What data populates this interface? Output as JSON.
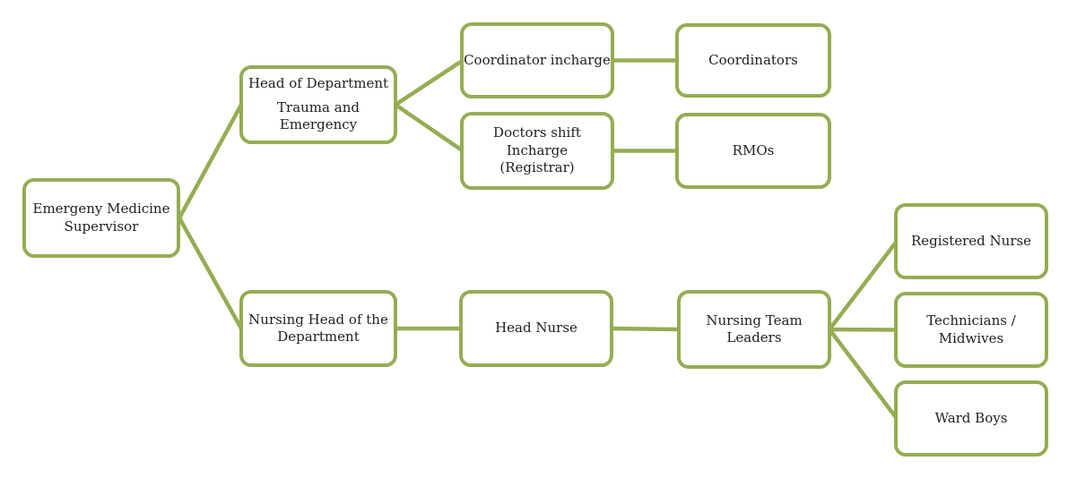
{
  "diagram": {
    "type": "org-chart",
    "orientation": "left-to-right"
  },
  "colors": {
    "accent": "#94ad52",
    "box_fill": "#ffffff",
    "text": "#1f1f1f",
    "canvas_bg": "#ffffff"
  },
  "nodes": [
    {
      "id": "emergency-medicine-supervisor",
      "label": "Emergeny Medicine Supervisor"
    },
    {
      "id": "head-of-department",
      "label": "Head of Department",
      "label2": "Trauma and Emergency"
    },
    {
      "id": "coordinator-incharge",
      "label": "Coordinator incharge"
    },
    {
      "id": "coordinators",
      "label": "Coordinators"
    },
    {
      "id": "doctors-shift-incharge",
      "label": "Doctors shift Incharge (Registrar)"
    },
    {
      "id": "rmos",
      "label": "RMOs"
    },
    {
      "id": "nursing-head-of-department",
      "label": "Nursing Head of the Department"
    },
    {
      "id": "head-nurse",
      "label": "Head Nurse"
    },
    {
      "id": "nursing-team-leaders",
      "label": "Nursing Team Leaders"
    },
    {
      "id": "registered-nurse",
      "label": "Registered Nurse"
    },
    {
      "id": "technicians-midwives",
      "label": "Technicians / Midwives"
    },
    {
      "id": "ward-boys",
      "label": "Ward Boys"
    }
  ],
  "edges": [
    {
      "from": "emergency-medicine-supervisor",
      "to": "head-of-department"
    },
    {
      "from": "emergency-medicine-supervisor",
      "to": "nursing-head-of-department"
    },
    {
      "from": "head-of-department",
      "to": "coordinator-incharge"
    },
    {
      "from": "head-of-department",
      "to": "doctors-shift-incharge"
    },
    {
      "from": "coordinator-incharge",
      "to": "coordinators"
    },
    {
      "from": "doctors-shift-incharge",
      "to": "rmos"
    },
    {
      "from": "nursing-head-of-department",
      "to": "head-nurse"
    },
    {
      "from": "head-nurse",
      "to": "nursing-team-leaders"
    },
    {
      "from": "nursing-team-leaders",
      "to": "registered-nurse"
    },
    {
      "from": "nursing-team-leaders",
      "to": "technicians-midwives"
    },
    {
      "from": "nursing-team-leaders",
      "to": "ward-boys"
    }
  ]
}
